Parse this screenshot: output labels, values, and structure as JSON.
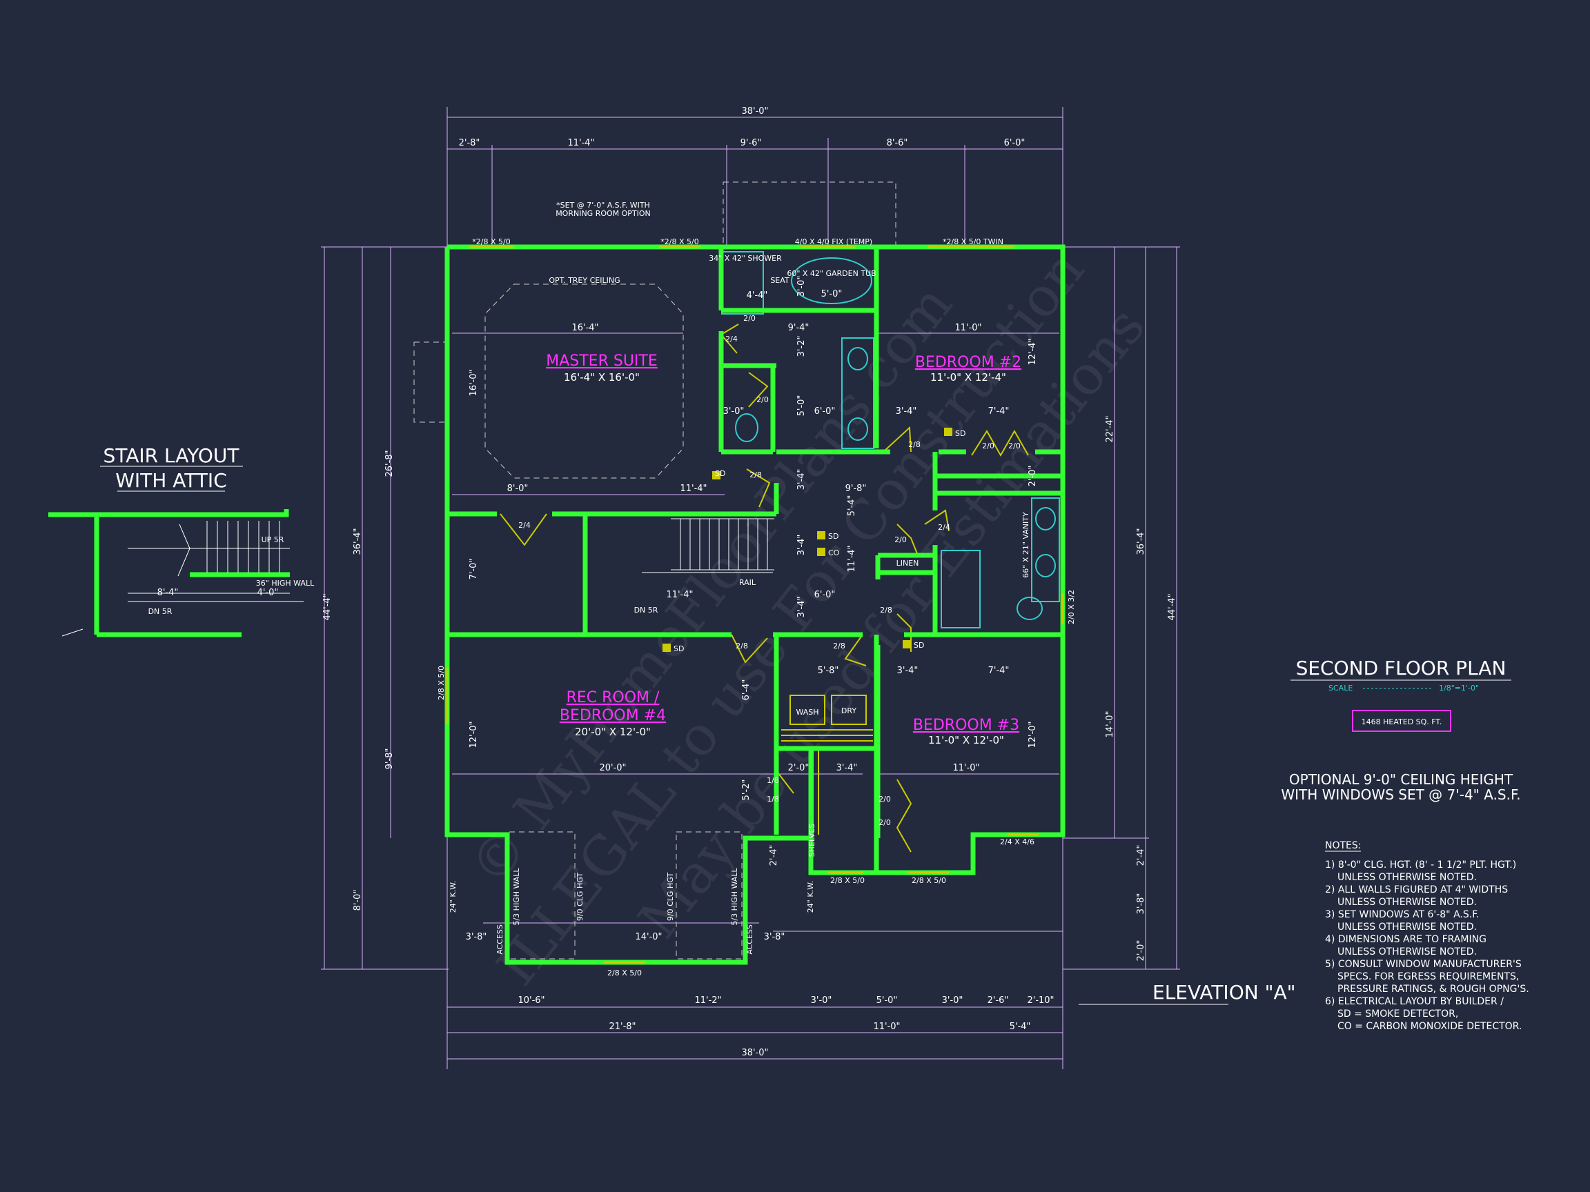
{
  "plan": {
    "title": "SECOND FLOOR PLAN",
    "scale_label": "SCALE",
    "scale_value": "1/8\"=1'-0\"",
    "heated": "1468 HEATED SQ. FT.",
    "elevation": "ELEVATION \"A\"",
    "optional_line1": "OPTIONAL 9'-0\" CEILING HEIGHT",
    "optional_line2": "WITH WINDOWS SET @ 7'-4\" A.S.F.",
    "stair_title_1": "STAIR LAYOUT",
    "stair_title_2": "WITH ATTIC"
  },
  "rooms": [
    {
      "name": "MASTER SUITE",
      "size": "16'-4\" X 16'-0\""
    },
    {
      "name": "BEDROOM #2",
      "size": "11'-0\" X 12'-4\""
    },
    {
      "name": "REC ROOM /",
      "name2": "BEDROOM #4",
      "size": "20'-0\" X 12'-0\""
    },
    {
      "name": "BEDROOM #3",
      "size": "11'-0\" X 12'-0\""
    }
  ],
  "notes": {
    "title": "NOTES:",
    "lines": [
      "1) 8'-0\" CLG. HGT. (8' - 1 1/2\" PLT. HGT.)",
      "UNLESS OTHERWISE NOTED.",
      "2) ALL WALLS FIGURED AT 4\" WIDTHS",
      "UNLESS OTHERWISE NOTED.",
      "3) SET WINDOWS AT 6'-8\" A.S.F.",
      "UNLESS OTHERWISE NOTED.",
      "4) DIMENSIONS ARE TO FRAMING",
      "UNLESS OTHERWISE NOTED.",
      "5) CONSULT WINDOW MANUFACTURER'S",
      "SPECS. FOR EGRESS REQUIREMENTS,",
      "PRESSURE RATINGS, & ROUGH OPNG'S.",
      "6) ELECTRICAL LAYOUT BY BUILDER /",
      "SD = SMOKE DETECTOR,",
      "CO = CARBON MONOXIDE DETECTOR."
    ]
  },
  "dims": {
    "top_total": "38'-0\"",
    "top": [
      "2'-8\"",
      "11'-4\"",
      "9'-6\"",
      "8'-6\"",
      "6'-0\""
    ],
    "bottom1": [
      "10'-6\"",
      "11'-2\"",
      "3'-0\"",
      "5'-0\"",
      "3'-0\"",
      "2'-6\"",
      "2'-10\""
    ],
    "bottom2": [
      "21'-8\"",
      "11'-0\"",
      "5'-4\""
    ],
    "bottom_total": "38'-0\"",
    "left": [
      "26'-8\"",
      "36'-4\"",
      "44'-4\"",
      "9'-8\"",
      "8'-0\""
    ],
    "right": [
      "22'-4\"",
      "36'-4\"",
      "44'-4\"",
      "14'-0\"",
      "2'-4\"",
      "3'-8\"",
      "2'-0\""
    ]
  },
  "labels": {
    "opt_tray": "OPT. TREY CEILING",
    "set_note_1": "*SET @ 7'-0\" A.S.F. WITH",
    "set_note_2": "MORNING ROOM OPTION",
    "win_1": "*2/8 X 5/0",
    "win_2": "*2/8 X 5/0",
    "win_3": "4/0 X 4/0 FIX (TEMP)",
    "win_4": "*2/8 X 5/0 TWIN",
    "shower": "34\" X 42\" SHOWER",
    "seat": "SEAT",
    "tub": "60\" X 42\" GARDEN TUB",
    "tub_dim": "5'-0\"",
    "vanity": "66\" X 21\" VANITY",
    "linen": "LINEN",
    "rail": "RAIL",
    "wash": "WASH",
    "dry": "DRY",
    "shelves": "SHELVES",
    "dn5r": "DN 5R",
    "up5r": "UP 5R",
    "high_wall": "36\" HIGH WALL",
    "access": "ACCESS",
    "knee_1": "24\" K.W.",
    "knee_2": "24\" K.W.",
    "clg_1": "5/3 HIGH WALL",
    "clg_2": "9/0 CLG HGT",
    "clg_3": "9/0 CLG HGT",
    "clg_4": "5/3 HIGH WALL",
    "win_bottom_1": "2/8 X 5/0",
    "win_bottom_2": "2/8 X 5/0",
    "win_bottom_3": "2/8 X 5/0",
    "win_bottom_4": "2/4 X 4/6",
    "win_left": "2/8 X 5/0",
    "win_right": "2/0 X 3/2",
    "sd": "SD",
    "co": "CO",
    "d_16_4": "16'-4\"",
    "d_16_0": "16'-0\"",
    "d_8_0": "8'-0\"",
    "d_11_4": "11'-4\"",
    "d_9_4": "9'-4\"",
    "d_9_8": "9'-8\"",
    "d_11_0": "11'-0\"",
    "d_12_4": "12'-4\"",
    "d_3_4": "3'-4\"",
    "d_7_4": "7'-4\"",
    "d_6_0": "6'-0\"",
    "d_20_0": "20'-0\"",
    "d_12_0": "12'-0\"",
    "d_5_8": "5'-8\"",
    "d_14_0": "14'-0\"",
    "d_3_8": "3'-8\"",
    "d_7_0": "7'-0\"",
    "d_5_0": "5'-0\"",
    "d_4_4": "4'-4\"",
    "d_3_0": "3'-0\"",
    "d_2_0": "2'-0\"",
    "d_6_4": "6'-4\"",
    "d_5_2": "5'-2\"",
    "d_3_2": "3'-2\"",
    "d_5_4": "5'-4\"",
    "d_11_4b": "11'-4\"",
    "d_2_4": "2'-4\"",
    "d_4_0": "4'-0\"",
    "d_8_4": "8'-4\"",
    "door_2_4": "2/4",
    "door_2_0": "2/0",
    "door_2_8": "2/8",
    "door_1_8": "1/8"
  },
  "watermark": {
    "line1": "© MyHomeFloorPlans.com",
    "line2": "ILLEGAL to use For Construction",
    "line3": "May be used for Estimations"
  },
  "colors": {
    "background": "#232a3d",
    "walls": "#33ff33",
    "room_names": "#ff33ff",
    "fixtures": "#33cccc",
    "detectors": "#cccc00",
    "dimension_lines": "#d9b3ff"
  }
}
